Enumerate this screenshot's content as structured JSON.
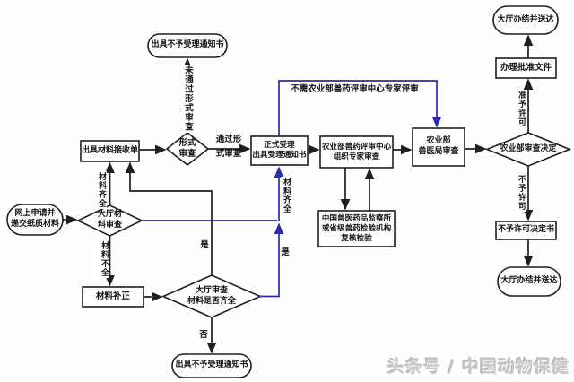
{
  "flowchart": {
    "nodes": {
      "start": "网上申请并\n递交纸质材料",
      "hall_material_review": "大厅材\n料审查",
      "issue_receipt": "出具材料接收单",
      "form_review": "形式\n审查",
      "reject_notice_top": "出具不予受理通知书",
      "formal_accept": "正式受理\n出具受理通知书",
      "evaluation_center": "农业部兽药评审中心\n组织专家审查",
      "recheck_inspection": "中国兽医药品监察所\n或省级兽药检验机构\n复核检验",
      "vet_bureau_review": "农业部\n兽医局审查",
      "moa_decision": "农业部审查决定",
      "approval_document": "办理批准文件",
      "finish_delivery_top": "大厅办结并送达",
      "deny_decision": "不予许可决定书",
      "finish_delivery_bottom": "大厅办结并送达",
      "material_correction": "材料补正",
      "hall_completeness_check": "大厅审查\n材料是否齐全",
      "reject_notice_bottom": "出具不予受理通知书"
    },
    "edge_labels": {
      "material_complete": "材料齐全",
      "material_incomplete": "材料不全",
      "yes_to_receipt": "是",
      "no_to_reject": "否",
      "pass_form_review": "通过形\n式审查",
      "fail_form_review": "未通过形式审查",
      "material_complete_blue": "材料齐全",
      "yes_blue": "是",
      "skip_expert_review": "不需农业部兽药评审中心专家评审",
      "grant_license": "准予许可",
      "deny_license": "不予许可"
    },
    "colors": {
      "line": "#1f1f1f",
      "highlight_blue": "#2a2aae",
      "text": "#111111",
      "watermark": "#c9c9c9"
    }
  },
  "watermark": "头条号 / 中国动物保健"
}
